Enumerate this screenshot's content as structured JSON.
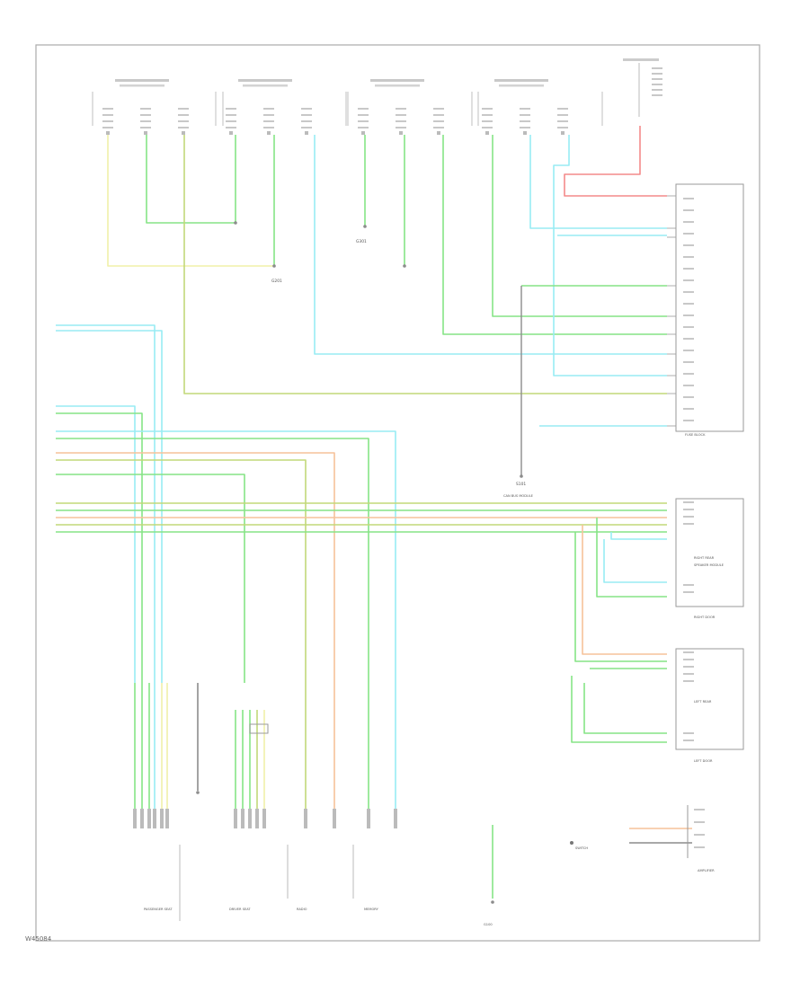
{
  "page_number": "W45084",
  "colors": {
    "yellow": "#f0f0a8",
    "green": "#86e486",
    "cyan": "#98ecf4",
    "red": "#f48a8a",
    "orange": "#f6c29a",
    "olive": "#c2d879",
    "gray": "#8c8c8c"
  },
  "labels": {
    "ground_a": "G201",
    "ground_b": "G301",
    "bus_module": "CAN BUS MODULE",
    "splice": "S101",
    "fuse_block": "FUSE BLOCK",
    "left_door": "LEFT DOOR",
    "right_door": "RIGHT DOOR",
    "radio": "RADIO",
    "passenger_seat": "PASSENGER SEAT",
    "driver_seat": "DRIVER SEAT",
    "speaker_module": "SPEAKER MODULE",
    "right_rear": "RIGHT REAR",
    "left_rear": "LEFT REAR",
    "memory": "MEMORY",
    "switch": "SWITCH",
    "amplifier": "AMPLIFIER",
    "ground_c": "G100"
  }
}
